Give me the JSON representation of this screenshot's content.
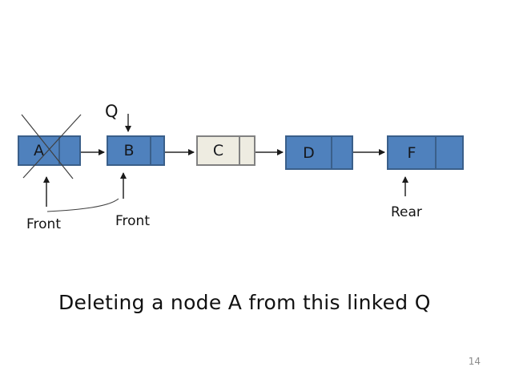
{
  "slide": {
    "title": "Deleting a node A from this linked Q",
    "page_number": "14"
  },
  "diagram": {
    "queue_label": "Q",
    "labels": {
      "front_old": "Front",
      "front_new": "Front",
      "rear": "Rear"
    },
    "nodes": [
      {
        "label": "A",
        "style": "blue",
        "crossed_out": true
      },
      {
        "label": "B",
        "style": "blue",
        "crossed_out": false
      },
      {
        "label": "C",
        "style": "beige",
        "crossed_out": false
      },
      {
        "label": "D",
        "style": "blue",
        "crossed_out": false
      },
      {
        "label": "F",
        "style": "blue",
        "crossed_out": false
      }
    ],
    "colors": {
      "node_blue_fill": "#4F81BD",
      "node_blue_border": "#3A5F8A",
      "node_beige_fill": "#EEECE1",
      "node_beige_border": "#818181",
      "connector_line": "#262626",
      "cross_line": "#3F3F3F",
      "page_number_gray": "#8C8C8C"
    }
  }
}
